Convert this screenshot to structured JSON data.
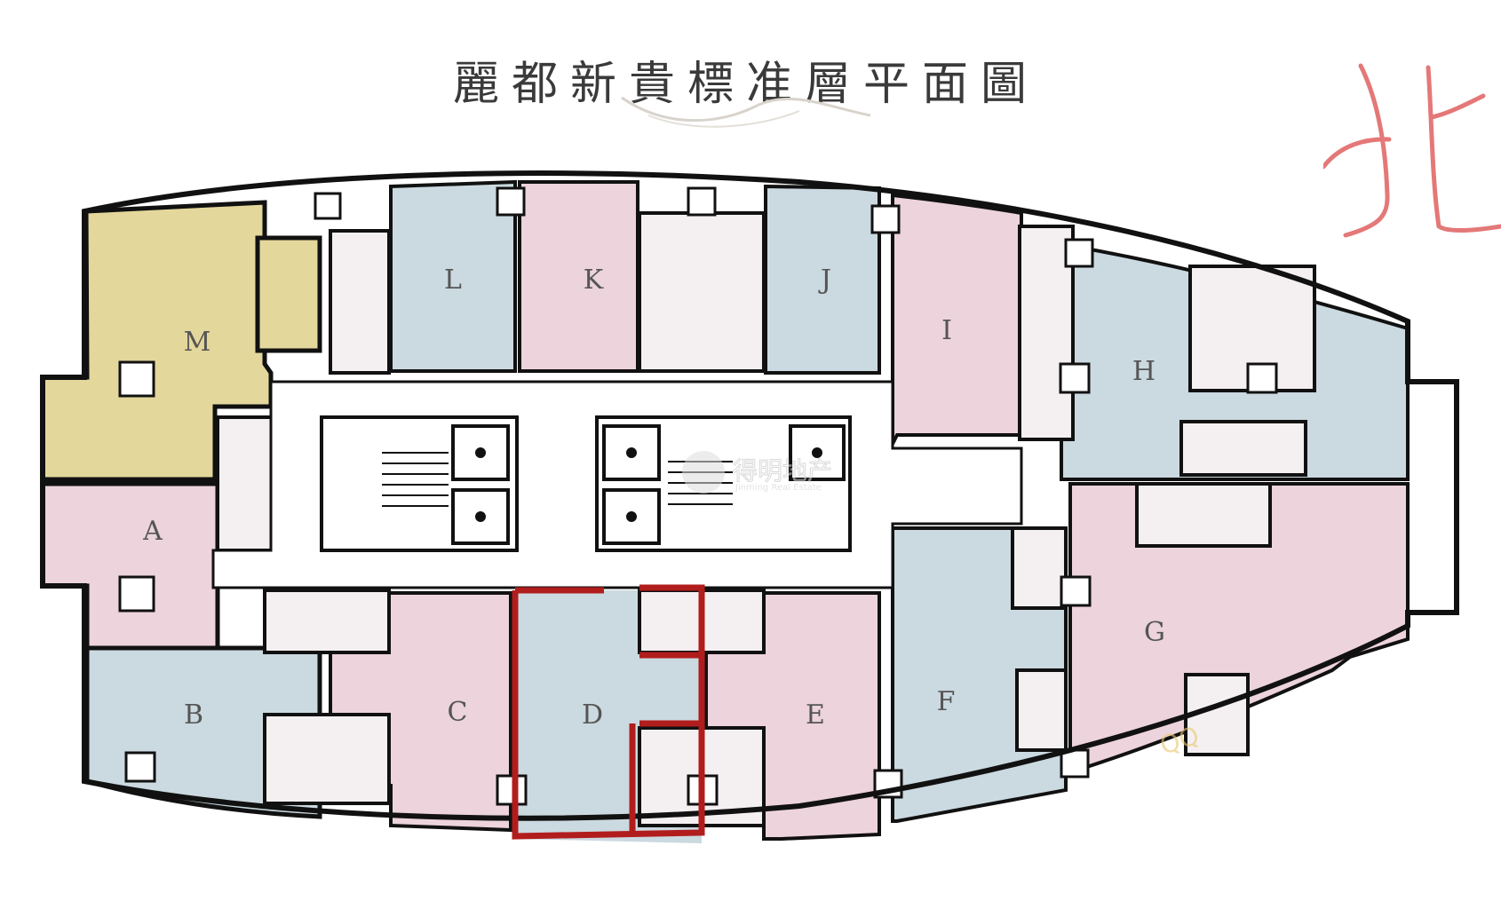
{
  "title": "麗都新貴標准層平面圖",
  "north_annotation": "北",
  "watermark": {
    "cn": "得明地产",
    "en": "Jinming Real Estate"
  },
  "highlighted_unit": "D",
  "colors": {
    "pink_unit": "#ecd3dc",
    "blue_unit": "#cbd9e0",
    "yellow_unit": "#e4d79b",
    "wall": "#111111",
    "highlight": "#b11d1d",
    "north_mark": "#e06a6a"
  },
  "units": [
    {
      "id": "M",
      "label": "M",
      "color": "yellow"
    },
    {
      "id": "L",
      "label": "L",
      "color": "blue"
    },
    {
      "id": "K",
      "label": "K",
      "color": "pink"
    },
    {
      "id": "J",
      "label": "J",
      "color": "blue"
    },
    {
      "id": "I",
      "label": "I",
      "color": "pink"
    },
    {
      "id": "H",
      "label": "H",
      "color": "blue"
    },
    {
      "id": "G",
      "label": "G",
      "color": "pink"
    },
    {
      "id": "F",
      "label": "F",
      "color": "blue"
    },
    {
      "id": "E",
      "label": "E",
      "color": "pink"
    },
    {
      "id": "D",
      "label": "D",
      "color": "blue"
    },
    {
      "id": "C",
      "label": "C",
      "color": "pink"
    },
    {
      "id": "B",
      "label": "B",
      "color": "blue"
    },
    {
      "id": "A",
      "label": "A",
      "color": "pink"
    }
  ]
}
